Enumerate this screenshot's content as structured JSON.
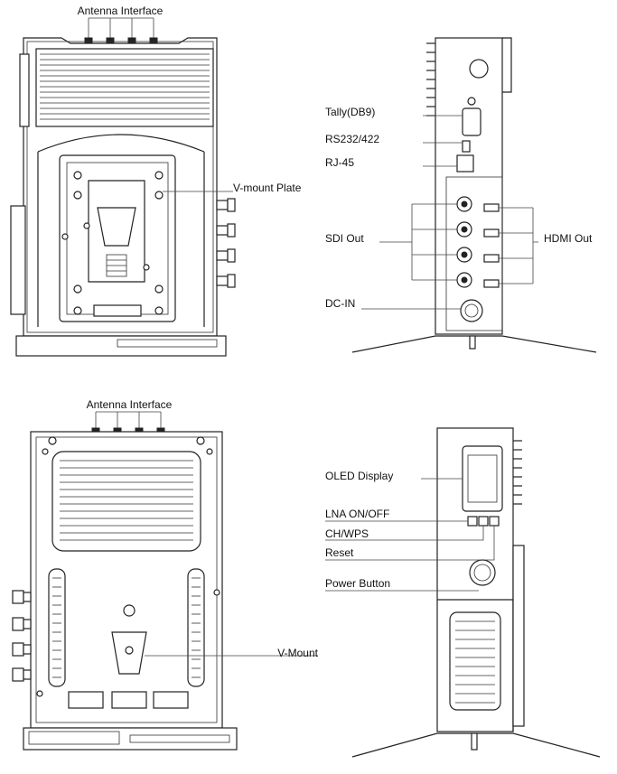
{
  "views": {
    "front": {
      "antenna_label": "Antenna Interface",
      "plate_label": "V-mount Plate"
    },
    "side_right": {
      "tally_label": "Tally(DB9)",
      "rs232_label": "RS232/422",
      "rj45_label": "RJ-45",
      "sdi_label": "SDI Out",
      "hdmi_label": "HDMI Out",
      "dcin_label": "DC-IN"
    },
    "back": {
      "antenna_label": "Antenna Interface",
      "vmount_label": "V-Mount"
    },
    "side_left": {
      "oled_label": "OLED Display",
      "lna_label": "LNA ON/OFF",
      "ch_label": "CH/WPS",
      "reset_label": "Reset",
      "power_label": "Power Button"
    }
  }
}
